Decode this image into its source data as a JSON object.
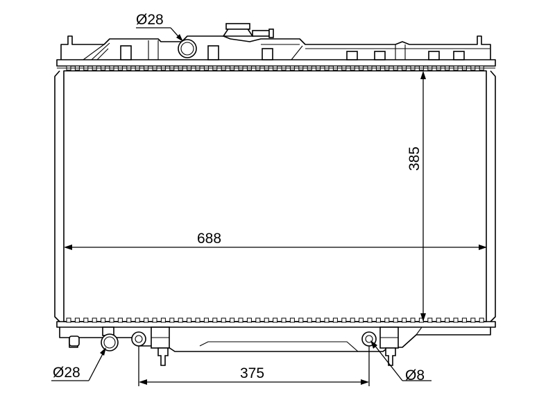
{
  "drawing": {
    "labels": {
      "top_pipe_diameter": "Ø28",
      "bottom_pipe_diameter": "Ø28",
      "width": "688",
      "height": "385",
      "mount_spacing": "375",
      "mount_hole_diameter": "Ø8"
    }
  }
}
